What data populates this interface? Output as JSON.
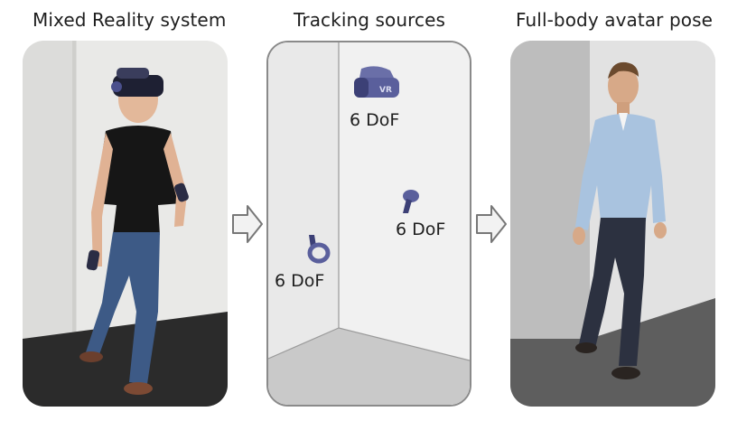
{
  "panels": {
    "left": {
      "title": "Mixed Reality system"
    },
    "center": {
      "title": "Tracking sources",
      "sources": [
        {
          "name": "headset",
          "label": "6 DoF"
        },
        {
          "name": "right-controller",
          "label": "6 DoF"
        },
        {
          "name": "left-controller",
          "label": "6 DoF"
        }
      ]
    },
    "right": {
      "title": "Full-body avatar pose"
    }
  },
  "colors": {
    "device": "#4a4f8c",
    "arrow_stroke": "#777777",
    "arrow_fill": "#f2f2f2",
    "room_floor": "#c9c9c9",
    "room_wall": "#f1f1f1"
  }
}
